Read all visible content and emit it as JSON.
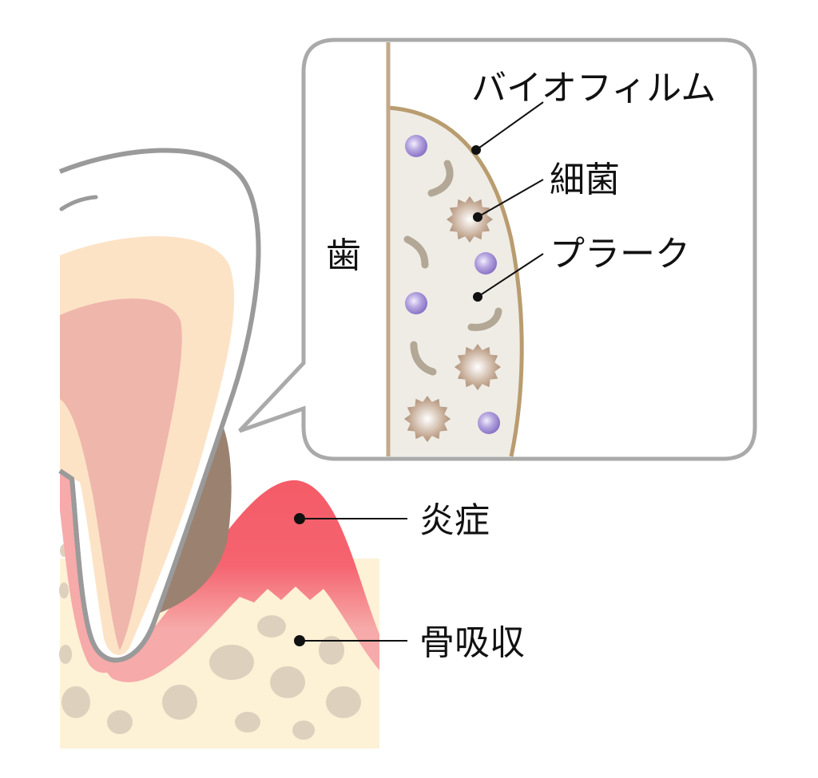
{
  "labels": {
    "biofilm": "バイオフィルム",
    "bacteria": "細菌",
    "plaque": "プラーク",
    "tooth": "歯",
    "inflammation": "炎症",
    "bone_resorption": "骨吸収"
  },
  "colors": {
    "outline": "#9a9a9a",
    "enamel": "#ffffff",
    "dentin": "#fde3c6",
    "pulp": "#efb6ac",
    "gum_top": "#f35a66",
    "gum_bottom": "#f6aaa9",
    "bone": "#fdf1d6",
    "bone_spot": "#ddd1be",
    "calculus": "#9b8170",
    "biofilm_fill": "#eeece5",
    "biofilm_edge": "#b99c6f",
    "bacteria_purple": "#9b86d0",
    "bacteria_brown": "#a88a72"
  }
}
